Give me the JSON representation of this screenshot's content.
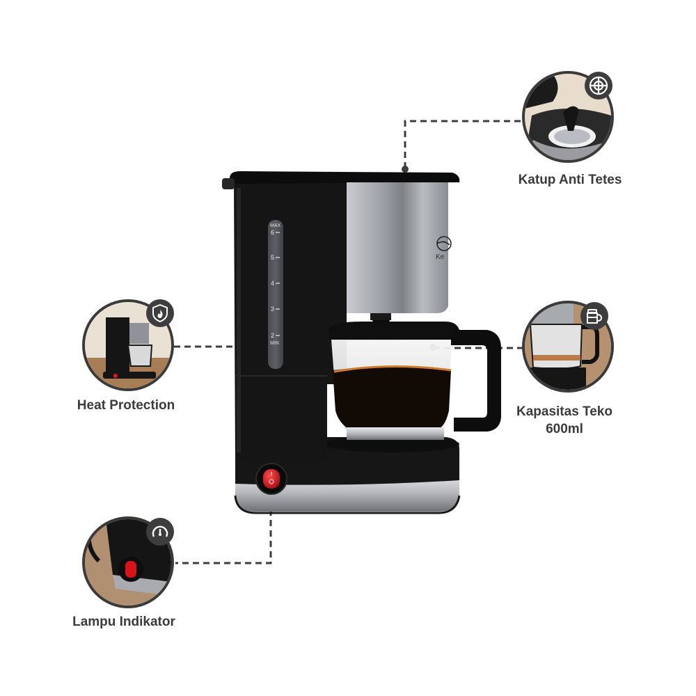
{
  "product": {
    "name": "Coffee Maker",
    "brand_mark_partial": "Ke",
    "water_gauge": {
      "top_label": "MAX",
      "marks": [
        "6",
        "5",
        "4",
        "3",
        "2"
      ],
      "bottom_label": "MIN"
    },
    "power_switch": {
      "on_symbol": "I",
      "off_symbol": "O",
      "color": "#d8141a"
    },
    "colors": {
      "body": "#141414",
      "steel": "#a9abb0",
      "coffee": "#1a0f08",
      "crema": "#d07a2a"
    }
  },
  "features": [
    {
      "id": "katup-anti-tetes",
      "label_lines": [
        "Katup Anti Tetes"
      ],
      "icon": "valve-icon"
    },
    {
      "id": "heat-protection",
      "label_lines": [
        "Heat Protection"
      ],
      "icon": "shield-flame-icon"
    },
    {
      "id": "kapasitas-teko",
      "label_lines": [
        "Kapasitas Teko",
        "600ml"
      ],
      "icon": "carafe-icon"
    },
    {
      "id": "lampu-indikator",
      "label_lines": [
        "Lampu Indikator"
      ],
      "icon": "gauge-icon"
    }
  ],
  "styles": {
    "connector_color": "#3d3d3d",
    "label_color": "#3b3b3b",
    "badge_bg": "#3d3d3d"
  }
}
